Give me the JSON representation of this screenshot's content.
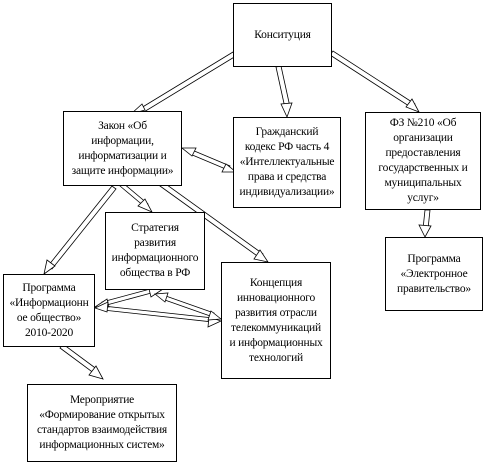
{
  "nodes": {
    "constitution": "Конситуция",
    "law_info": "Закон «Об\nинформации,\nинформатизации и\nзащите информации»",
    "civil_code": "Гражданский\nкодекс РФ часть 4\n«Интеллектуальные\nправа и средства\nиндивидуализации»",
    "fz210": "ФЗ №210 «Об\nорганизации\nпредоставления\nгосударственных и\nмуниципальных услуг»",
    "strategy": "Стратегия\nразвития\nинформационного\nобщества в РФ",
    "program_info_society": "Программа\n«Информационн\nое общество»\n2010-2020",
    "concept": "Концепция\nинновационного\nразвития отрасли\nтелекоммуникаций\nи информационных\nтехнологий",
    "egov": "Программа\n«Электронное\nправительство»",
    "event": "Мероприятие\n«Формирование открытых\nстандартов взаимодействия\nинформационных систем»"
  }
}
